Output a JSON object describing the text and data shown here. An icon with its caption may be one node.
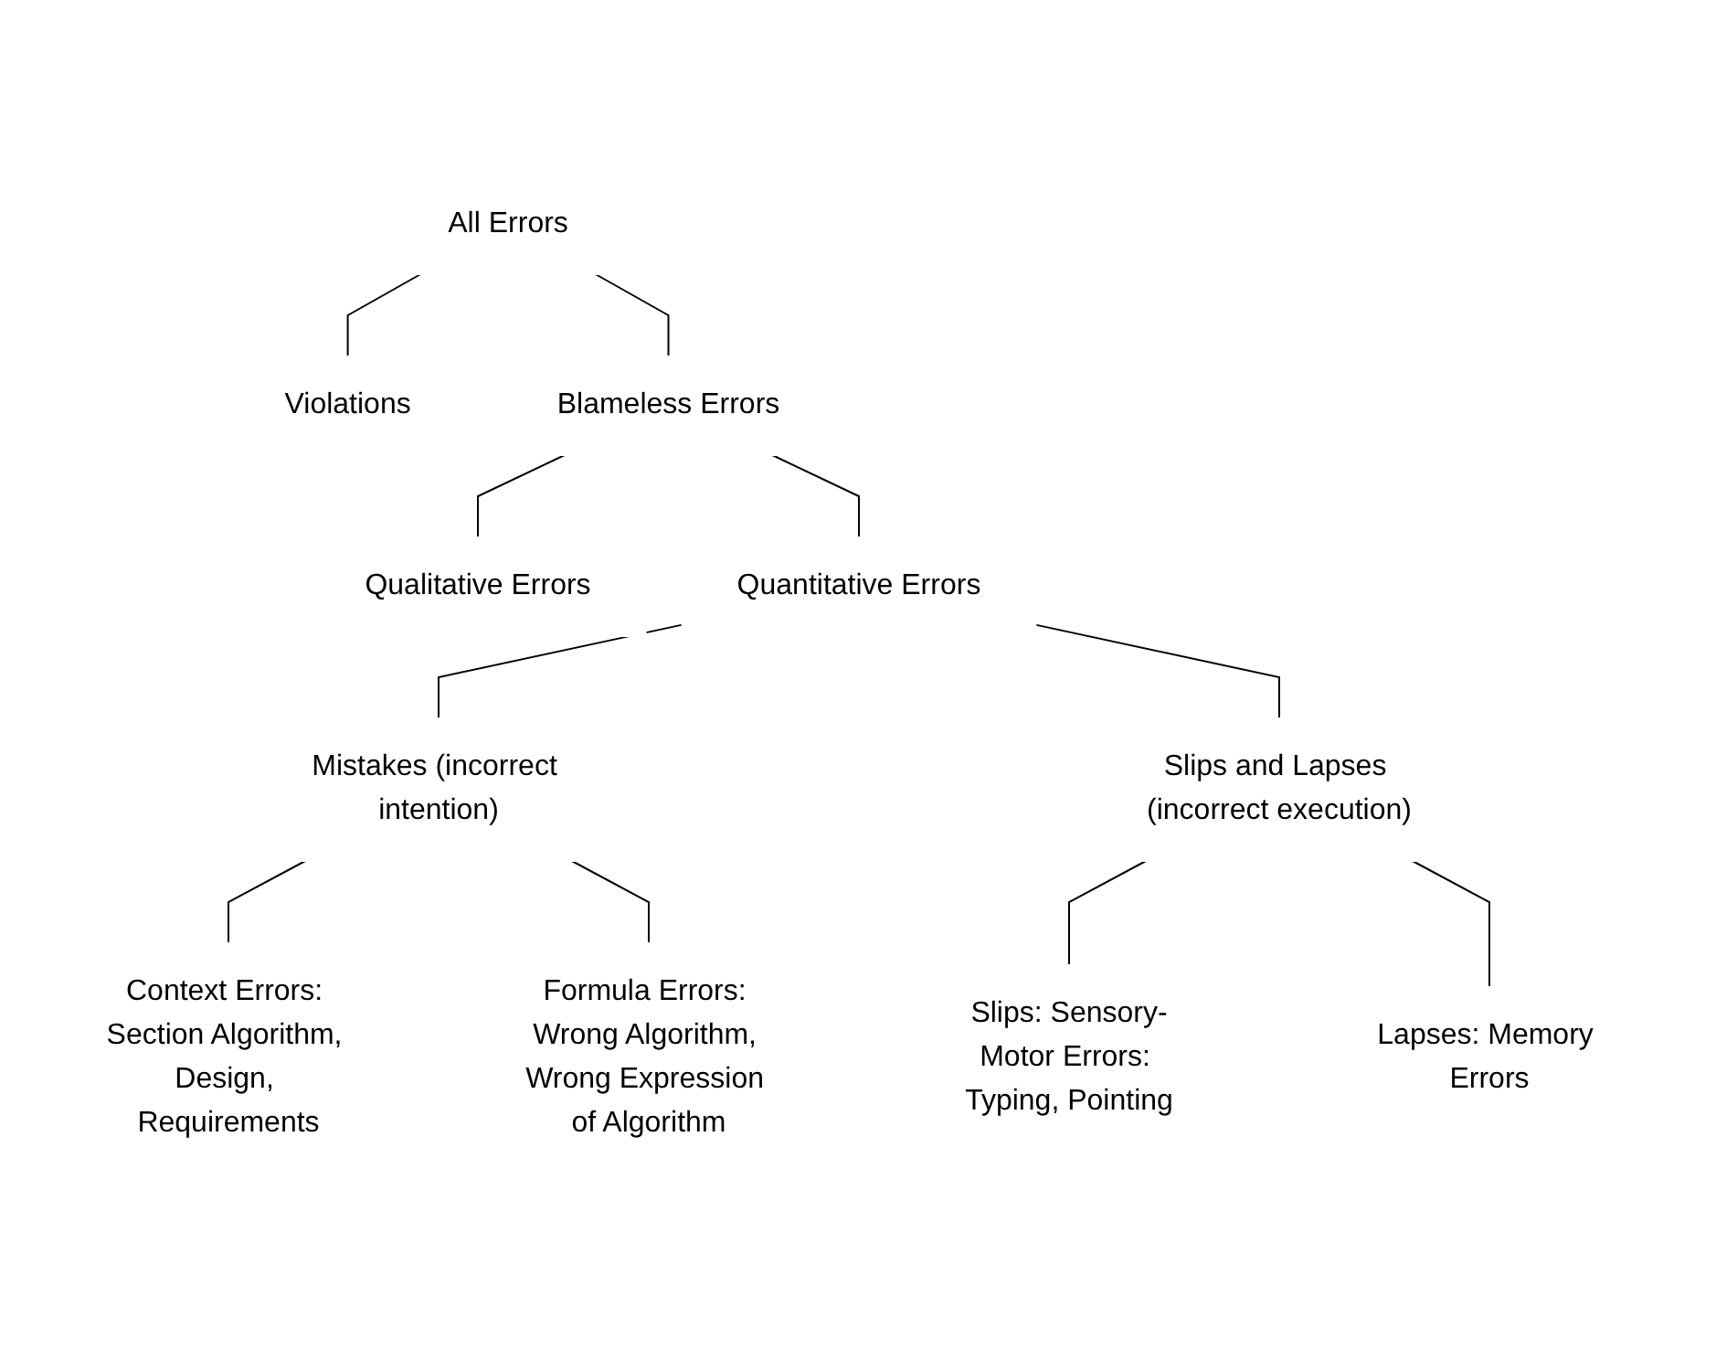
{
  "diagram": {
    "nodes": [
      {
        "text": [
          "All Errors"
        ]
      },
      {
        "text": [
          "Violations"
        ]
      },
      {
        "text": [
          "Blameless Errors"
        ]
      },
      {
        "text": [
          "Qualitative Errors"
        ]
      },
      {
        "text": [
          "Quantitative Errors"
        ]
      },
      {
        "text": [
          "Mistakes (incorrect intention)"
        ]
      },
      {
        "text": [
          "Slips and Lapses (incorrect execution)"
        ]
      },
      {
        "text": [
          "Context Errors: Section Algorithm, Design, Requirements"
        ]
      },
      {
        "text": [
          "Formula Errors: Wrong Algorithm, Wrong Expression of Algorithm"
        ]
      },
      {
        "text": [
          "Slips: Sensory-Motor Errors: Typing, Pointing"
        ]
      },
      {
        "text": [
          "Lapses: Memory Errors"
        ]
      }
    ],
    "edges": [
      {
        "from": 0,
        "to": 1,
        "arrow": "none"
      },
      {
        "from": 0,
        "to": 2,
        "arrow": "none"
      },
      {
        "from": 2,
        "to": 3,
        "arrow": "none"
      },
      {
        "from": 2,
        "to": 4,
        "arrow": "none"
      },
      {
        "from": 4,
        "to": 5,
        "arrow": "none"
      },
      {
        "from": 4,
        "to": 6,
        "arrow": "none"
      },
      {
        "from": 5,
        "to": 7,
        "arrow": "none"
      },
      {
        "from": 5,
        "to": 8,
        "arrow": "none"
      },
      {
        "from": 6,
        "to": 9,
        "arrow": "none"
      },
      {
        "from": 6,
        "to": 10,
        "arrow": "none"
      }
    ]
  }
}
